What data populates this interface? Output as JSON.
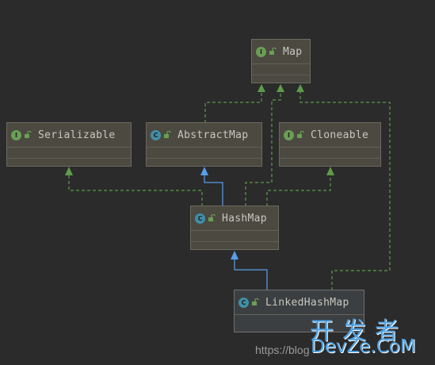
{
  "nodes": {
    "map": {
      "label": "Map",
      "kind": "I"
    },
    "serializable": {
      "label": "Serializable",
      "kind": "I"
    },
    "abstract_map": {
      "label": "AbstractMap",
      "kind": "C"
    },
    "cloneable": {
      "label": "Cloneable",
      "kind": "I"
    },
    "hash_map": {
      "label": "HashMap",
      "kind": "C"
    },
    "linked_hash_map": {
      "label": "LinkedHashMap",
      "kind": "C"
    }
  },
  "edges": [
    {
      "from": "abstract_map",
      "to": "map",
      "type": "implements"
    },
    {
      "from": "hash_map",
      "to": "map",
      "type": "implements"
    },
    {
      "from": "linked_hash_map",
      "to": "map",
      "type": "implements"
    },
    {
      "from": "hash_map",
      "to": "serializable",
      "type": "implements"
    },
    {
      "from": "hash_map",
      "to": "cloneable",
      "type": "implements"
    },
    {
      "from": "hash_map",
      "to": "abstract_map",
      "type": "extends"
    },
    {
      "from": "linked_hash_map",
      "to": "hash_map",
      "type": "extends"
    }
  ],
  "colors": {
    "background": "#2b2b2b",
    "implements_edge": "#5d9b4a",
    "extends_edge": "#5a9de8",
    "node_fill": "#4b4940",
    "interface_badge": "#6a9e55",
    "class_badge": "#3f8fa6"
  },
  "watermark": {
    "cn": "开发者",
    "en": "DevZe.CoM",
    "url": "https://blog"
  }
}
